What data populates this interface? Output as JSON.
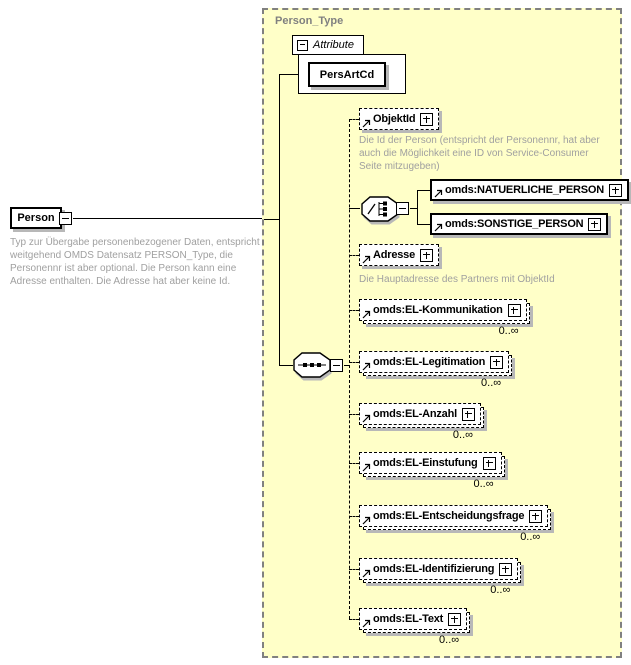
{
  "person": {
    "label": "Person",
    "annotation": "Typ zur Übergabe personenbezogener Daten, entspricht weitgehend OMDS Datensatz PERSON_Type, die Personennr ist aber optional. Die Person kann eine Adresse enthalten. Die Adresse hat aber keine Id."
  },
  "type_box": {
    "title": "Person_Type"
  },
  "attribute_section": {
    "label": "Attribute",
    "attribute_name": "PersArtCd"
  },
  "choice": {
    "branches": [
      {
        "label": "omds:NATUERLICHE_PERSON"
      },
      {
        "label": "omds:SONSTIGE_PERSON"
      }
    ]
  },
  "elements": [
    {
      "label": "ObjektId",
      "annotation": "Die Id der Person (entspricht der Personennr, hat aber auch die Möglichkeit eine ID von Service-Consumer Seite mitzugeben)"
    },
    {
      "label": "Adresse",
      "annotation": "Die Hauptadresse des Partners mit ObjektId"
    },
    {
      "label": "omds:EL-Kommunikation",
      "cardinality": "0..∞"
    },
    {
      "label": "omds:EL-Legitimation",
      "cardinality": "0..∞"
    },
    {
      "label": "omds:EL-Anzahl",
      "cardinality": "0..∞"
    },
    {
      "label": "omds:EL-Einstufung",
      "cardinality": "0..∞"
    },
    {
      "label": "omds:EL-Entscheidungsfrage",
      "cardinality": "0..∞"
    },
    {
      "label": "omds:EL-Identifizierung",
      "cardinality": "0..∞"
    },
    {
      "label": "omds:EL-Text",
      "cardinality": "0..∞"
    }
  ],
  "colors": {
    "container_bg": "#ffffc8",
    "container_border": "#808080",
    "annotation_text": "#a0a0a0",
    "shadow": "#b8b8b8",
    "line": "#000000"
  }
}
